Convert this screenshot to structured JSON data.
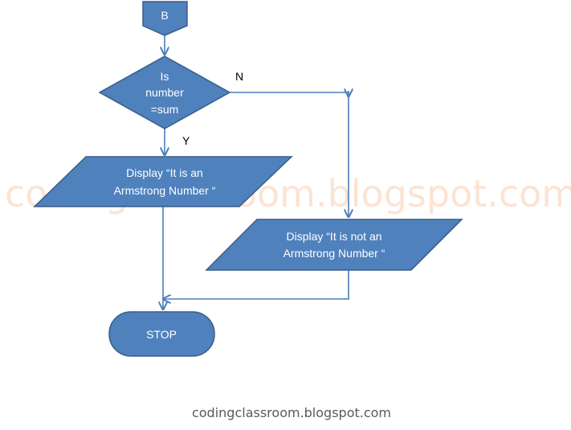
{
  "watermark": "codingclassroom.blogspot.com",
  "footer": "codingclassroom.blogspot.com",
  "nodes": {
    "connector_b": "B",
    "decision": [
      "Is",
      "number",
      "=sum"
    ],
    "display_yes": [
      "Display “It is an",
      "Armstrong Number “"
    ],
    "display_no": [
      "Display “It is not an",
      "Armstrong Number “"
    ],
    "stop": "STOP"
  },
  "labels": {
    "no": "N",
    "yes": "Y"
  },
  "colors": {
    "shape_fill": "#4f81bd",
    "shape_stroke": "#385d8a",
    "connector": "#4a7ebb",
    "watermark": "#fde3d3"
  }
}
